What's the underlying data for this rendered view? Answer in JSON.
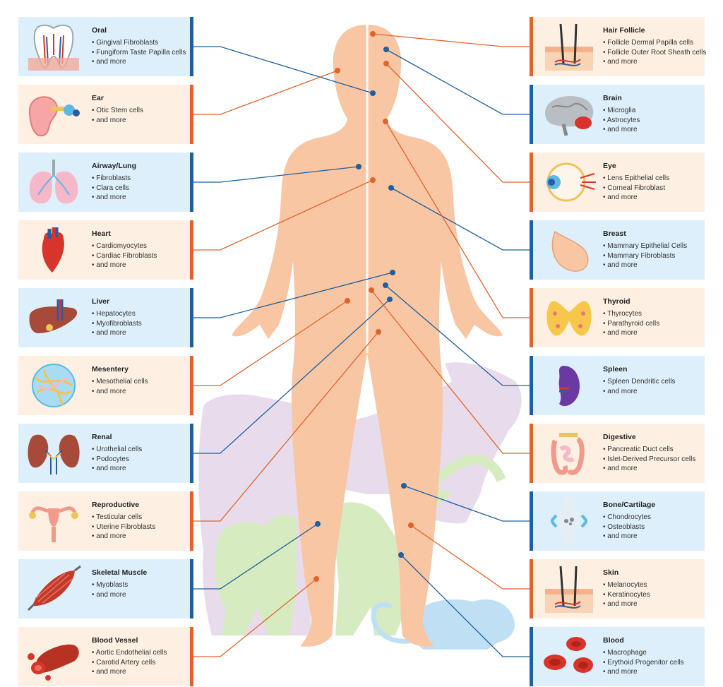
{
  "left": [
    {
      "title": "Oral",
      "items": [
        "• Gingival Fibroblasts",
        "• Fungiform Taste Papilla cells",
        "• and more"
      ],
      "icon": "tooth-icon"
    },
    {
      "title": "Ear",
      "items": [
        "• Otic Stem cells",
        "• and more"
      ],
      "icon": "ear-icon"
    },
    {
      "title": "Airway/Lung",
      "items": [
        "• Fibroblasts",
        "• Clara cells",
        "• and more"
      ],
      "icon": "lungs-icon"
    },
    {
      "title": "Heart",
      "items": [
        "• Cardiomyocytes",
        "• Cardiac Fibroblasts",
        "• and more"
      ],
      "icon": "heart-icon"
    },
    {
      "title": "Liver",
      "items": [
        "• Hepatocytes",
        "• Myofibroblasts",
        "• and more"
      ],
      "icon": "liver-icon"
    },
    {
      "title": "Mesentery",
      "items": [
        "• Mesothelial cells",
        "• and more"
      ],
      "icon": "mesentery-icon"
    },
    {
      "title": "Renal",
      "items": [
        "• Urothelial cells",
        "• Podocytes",
        "• and more"
      ],
      "icon": "kidneys-icon"
    },
    {
      "title": "Reproductive",
      "items": [
        "• Testicular cells",
        "• Uterine Fibroblasts",
        "• and more"
      ],
      "icon": "uterus-icon"
    },
    {
      "title": "Skeletal Muscle",
      "items": [
        "• Myoblasts",
        "• and more"
      ],
      "icon": "muscle-icon"
    },
    {
      "title": "Blood Vessel",
      "items": [
        "• Aortic Endothelial cells",
        "• Carotid Artery cells",
        "• and more"
      ],
      "icon": "blood-vessel-icon"
    }
  ],
  "right": [
    {
      "title": "Hair Follicle",
      "items": [
        "• Follicle Dermal Papilla cells",
        "• Follicle Outer Root Sheath cells",
        "• and more"
      ],
      "icon": "hair-follicle-icon"
    },
    {
      "title": "Brain",
      "items": [
        "• Microglia",
        "• Astrocytes",
        "• and more"
      ],
      "icon": "brain-icon"
    },
    {
      "title": "Eye",
      "items": [
        "• Lens Epithelial cells",
        "• Corneal Fibroblast",
        "• and more"
      ],
      "icon": "eye-icon"
    },
    {
      "title": "Breast",
      "items": [
        "• Mammary Epithelial Cells",
        "• Mammary Fibroblasts",
        "• and more"
      ],
      "icon": "breast-icon"
    },
    {
      "title": "Thyroid",
      "items": [
        "• Thyrocytes",
        "• Parathyroid cells",
        "• and more"
      ],
      "icon": "thyroid-icon"
    },
    {
      "title": "Spleen",
      "items": [
        "• Spleen Dendritic cells",
        "• and more"
      ],
      "icon": "spleen-icon"
    },
    {
      "title": "Digestive",
      "items": [
        "• Pancreatic Duct cells",
        "• Islet-Derived Precursor cells",
        "• and more"
      ],
      "icon": "intestine-icon"
    },
    {
      "title": "Bone/Cartilage",
      "items": [
        "• Chondrocytes",
        "• Osteoblasts",
        "• and more"
      ],
      "icon": "joint-icon"
    },
    {
      "title": "Skin",
      "items": [
        "• Melanocytes",
        "• Keratinocytes",
        "• and more"
      ],
      "icon": "skin-icon"
    },
    {
      "title": "Blood",
      "items": [
        "• Macrophage",
        "• Erythoid Progenitor cells",
        "• and more"
      ],
      "icon": "red-blood-cells-icon"
    }
  ],
  "colors": {
    "blue": "#1e5f9e",
    "orange": "#e0632b",
    "blue_card": "#ddeffa",
    "peach_card": "#fdf0e2",
    "body": "#f9c6a4",
    "cow": "#e8dcec",
    "monkey": "#d7ebc0",
    "mouse": "#bfe0f4"
  }
}
